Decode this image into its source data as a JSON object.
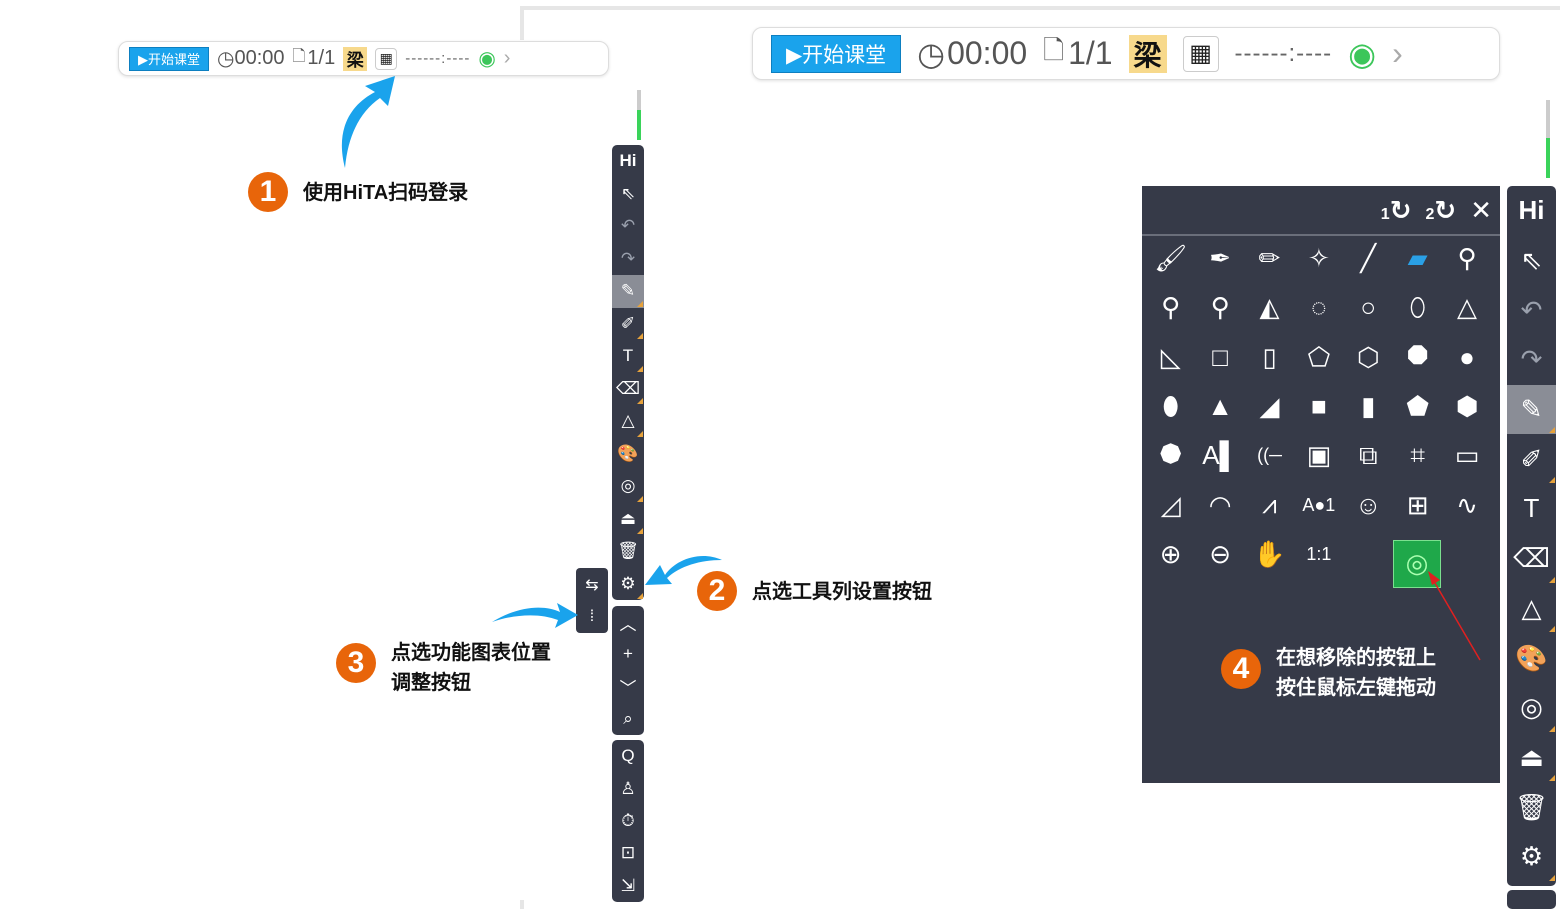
{
  "topbar": {
    "start_label": "▶开始课堂",
    "timer_icon": "◷",
    "time": "00:00",
    "page_icon": "🗋",
    "page": "1/1",
    "user_badge": "梁",
    "qr_icon": "▦",
    "code": "------:----",
    "signal_icon": "◉",
    "chevron": "›"
  },
  "left_toolbar": {
    "main": [
      {
        "name": "hita-logo",
        "glyph": "Hi"
      },
      {
        "name": "select-cursor",
        "glyph": "⇖"
      },
      {
        "name": "undo",
        "glyph": "↶",
        "dim": true
      },
      {
        "name": "redo",
        "glyph": "↷",
        "dim": true
      },
      {
        "name": "pen",
        "glyph": "✎",
        "sel": true,
        "corner": true
      },
      {
        "name": "highlighter",
        "glyph": "✐",
        "corner": true
      },
      {
        "name": "text",
        "glyph": "T",
        "corner": true
      },
      {
        "name": "eraser",
        "glyph": "⌫",
        "corner": true
      },
      {
        "name": "shapes",
        "glyph": "△",
        "corner": true
      },
      {
        "name": "palette",
        "glyph": "🎨"
      },
      {
        "name": "camera",
        "glyph": "◎",
        "corner": true
      },
      {
        "name": "ink-bottle",
        "glyph": "⏏",
        "corner": true
      },
      {
        "name": "trash",
        "glyph": "🗑"
      },
      {
        "name": "settings",
        "glyph": "⚙",
        "corner": true
      }
    ],
    "nav": [
      {
        "name": "page-up",
        "glyph": "︿"
      },
      {
        "name": "add-page",
        "glyph": "+"
      },
      {
        "name": "page-down",
        "glyph": "﹀"
      },
      {
        "name": "zoom",
        "glyph": "⌕"
      }
    ],
    "extra": [
      {
        "name": "quiz",
        "glyph": "Q"
      },
      {
        "name": "student",
        "glyph": "♙"
      },
      {
        "name": "stopwatch",
        "glyph": "⏱"
      },
      {
        "name": "text-box",
        "glyph": "⊡"
      },
      {
        "name": "exit",
        "glyph": "⇲"
      }
    ]
  },
  "popup": [
    {
      "name": "swap-position",
      "glyph": "⇆"
    },
    {
      "name": "adjust-position",
      "glyph": "⁞"
    }
  ],
  "right_toolbar": [
    {
      "name": "hita-logo",
      "glyph": "Hi"
    },
    {
      "name": "select-cursor",
      "glyph": "⇖"
    },
    {
      "name": "undo",
      "glyph": "↶",
      "dim": true
    },
    {
      "name": "redo",
      "glyph": "↷",
      "dim": true
    },
    {
      "name": "pen",
      "glyph": "✎",
      "sel": true,
      "corner": true
    },
    {
      "name": "highlighter",
      "glyph": "✐",
      "corner": true
    },
    {
      "name": "text",
      "glyph": "T"
    },
    {
      "name": "eraser",
      "glyph": "⌫",
      "corner": true
    },
    {
      "name": "shapes",
      "glyph": "△",
      "corner": true
    },
    {
      "name": "palette",
      "glyph": "🎨"
    },
    {
      "name": "camera",
      "glyph": "◎",
      "corner": true
    },
    {
      "name": "ink-bottle",
      "glyph": "⏏",
      "corner": true
    },
    {
      "name": "trash",
      "glyph": "🗑"
    },
    {
      "name": "settings",
      "glyph": "⚙",
      "corner": true
    }
  ],
  "tool_grid": {
    "header": {
      "reset1_num": "1",
      "reset1_icon": "↻",
      "reset2_num": "2",
      "reset2_icon": "↻",
      "close_icon": "✕"
    },
    "tools": [
      {
        "name": "brush",
        "glyph": "🖌"
      },
      {
        "name": "pen-nib",
        "glyph": "✒"
      },
      {
        "name": "marker",
        "glyph": "✏"
      },
      {
        "name": "laser-pointer",
        "glyph": "✧"
      },
      {
        "name": "line",
        "glyph": "╱"
      },
      {
        "name": "eraser",
        "glyph": "▰"
      },
      {
        "name": "small-eraser",
        "glyph": "⚲"
      },
      {
        "name": "circle-eraser",
        "glyph": "⚲"
      },
      {
        "name": "large-circle-eraser",
        "glyph": "⚲"
      },
      {
        "name": "area-eraser",
        "glyph": "◭"
      },
      {
        "name": "lasso-eraser",
        "glyph": "◌"
      },
      {
        "name": "circle",
        "glyph": "○"
      },
      {
        "name": "ellipse",
        "glyph": "⬯"
      },
      {
        "name": "triangle",
        "glyph": "△"
      },
      {
        "name": "right-triangle",
        "glyph": "◺"
      },
      {
        "name": "square",
        "glyph": "□"
      },
      {
        "name": "rectangle",
        "glyph": "▯"
      },
      {
        "name": "pentagon",
        "glyph": "⬠"
      },
      {
        "name": "hexagon",
        "glyph": "⬡"
      },
      {
        "name": "octagon",
        "glyph": "⯃"
      },
      {
        "name": "filled-circle",
        "glyph": "●"
      },
      {
        "name": "filled-ellipse",
        "glyph": "⬮"
      },
      {
        "name": "filled-triangle",
        "glyph": "▲"
      },
      {
        "name": "filled-right-triangle",
        "glyph": "◢"
      },
      {
        "name": "filled-square",
        "glyph": "■"
      },
      {
        "name": "filled-rectangle",
        "glyph": "▮"
      },
      {
        "name": "filled-pentagon",
        "glyph": "⬟"
      },
      {
        "name": "filled-hexagon",
        "glyph": "⬢"
      },
      {
        "name": "filled-octagon",
        "glyph": "⯄"
      },
      {
        "name": "text-style",
        "glyph": "A▌"
      },
      {
        "name": "broadcast",
        "glyph": "((─"
      },
      {
        "name": "card",
        "glyph": "▣"
      },
      {
        "name": "screenshot",
        "glyph": "⧉"
      },
      {
        "name": "crop",
        "glyph": "⌗"
      },
      {
        "name": "ruler",
        "glyph": "▭"
      },
      {
        "name": "set-square",
        "glyph": "◿"
      },
      {
        "name": "protractor",
        "glyph": "◠"
      },
      {
        "name": "compass",
        "glyph": "⩘"
      },
      {
        "name": "numbering",
        "glyph": "A●1"
      },
      {
        "name": "emoji",
        "glyph": "☺"
      },
      {
        "name": "add-window",
        "glyph": "⊞"
      },
      {
        "name": "function-graph",
        "glyph": "∿"
      },
      {
        "name": "zoom-in",
        "glyph": "⊕"
      },
      {
        "name": "zoom-out",
        "glyph": "⊖"
      },
      {
        "name": "hand",
        "glyph": "✋"
      },
      {
        "name": "actual-size",
        "glyph": "1:1"
      },
      {
        "name": "empty",
        "glyph": ""
      },
      {
        "name": "camera-dragging",
        "glyph": "◎",
        "cam": true
      },
      {
        "name": "empty",
        "glyph": ""
      }
    ]
  },
  "annotations": [
    {
      "num": "1",
      "text": "使用HiTA扫码登录"
    },
    {
      "num": "2",
      "text": "点选工具列设置按钮"
    },
    {
      "num": "3",
      "line1": "点选功能图表位置",
      "line2": "调整按钮"
    },
    {
      "num": "4",
      "line1": "在想移除的按钮上",
      "line2": "按住鼠标左键拖动"
    }
  ],
  "colors": {
    "accent": "#1aa3ec",
    "toolbar": "#363a48",
    "badge": "#e8650a",
    "arrow": "#1aa3ec"
  }
}
